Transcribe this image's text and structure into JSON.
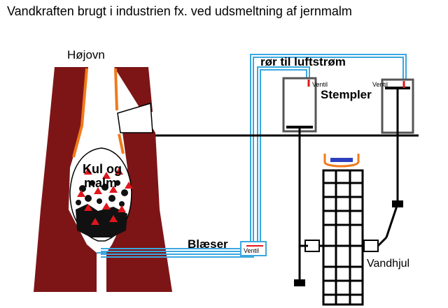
{
  "title": "Vandkraften brugt i industrien fx. ved udsmeltning af jernmalm",
  "labels": {
    "furnace": "Højovn",
    "fuel": "Kul og",
    "fuel2": "malm",
    "pipe": "rør til luftstrøm",
    "pistons": "Stempler",
    "blower": "Blæser",
    "wheel": "Vandhjul",
    "valve": "Ventil"
  },
  "colors": {
    "furnace_wall": "#7d1517",
    "pipe_blue": "#3aa8e0",
    "flame_orange": "#f07a1a",
    "coal": "#111111",
    "ore_red": "#e0161c",
    "valve_red": "#e0161c"
  }
}
